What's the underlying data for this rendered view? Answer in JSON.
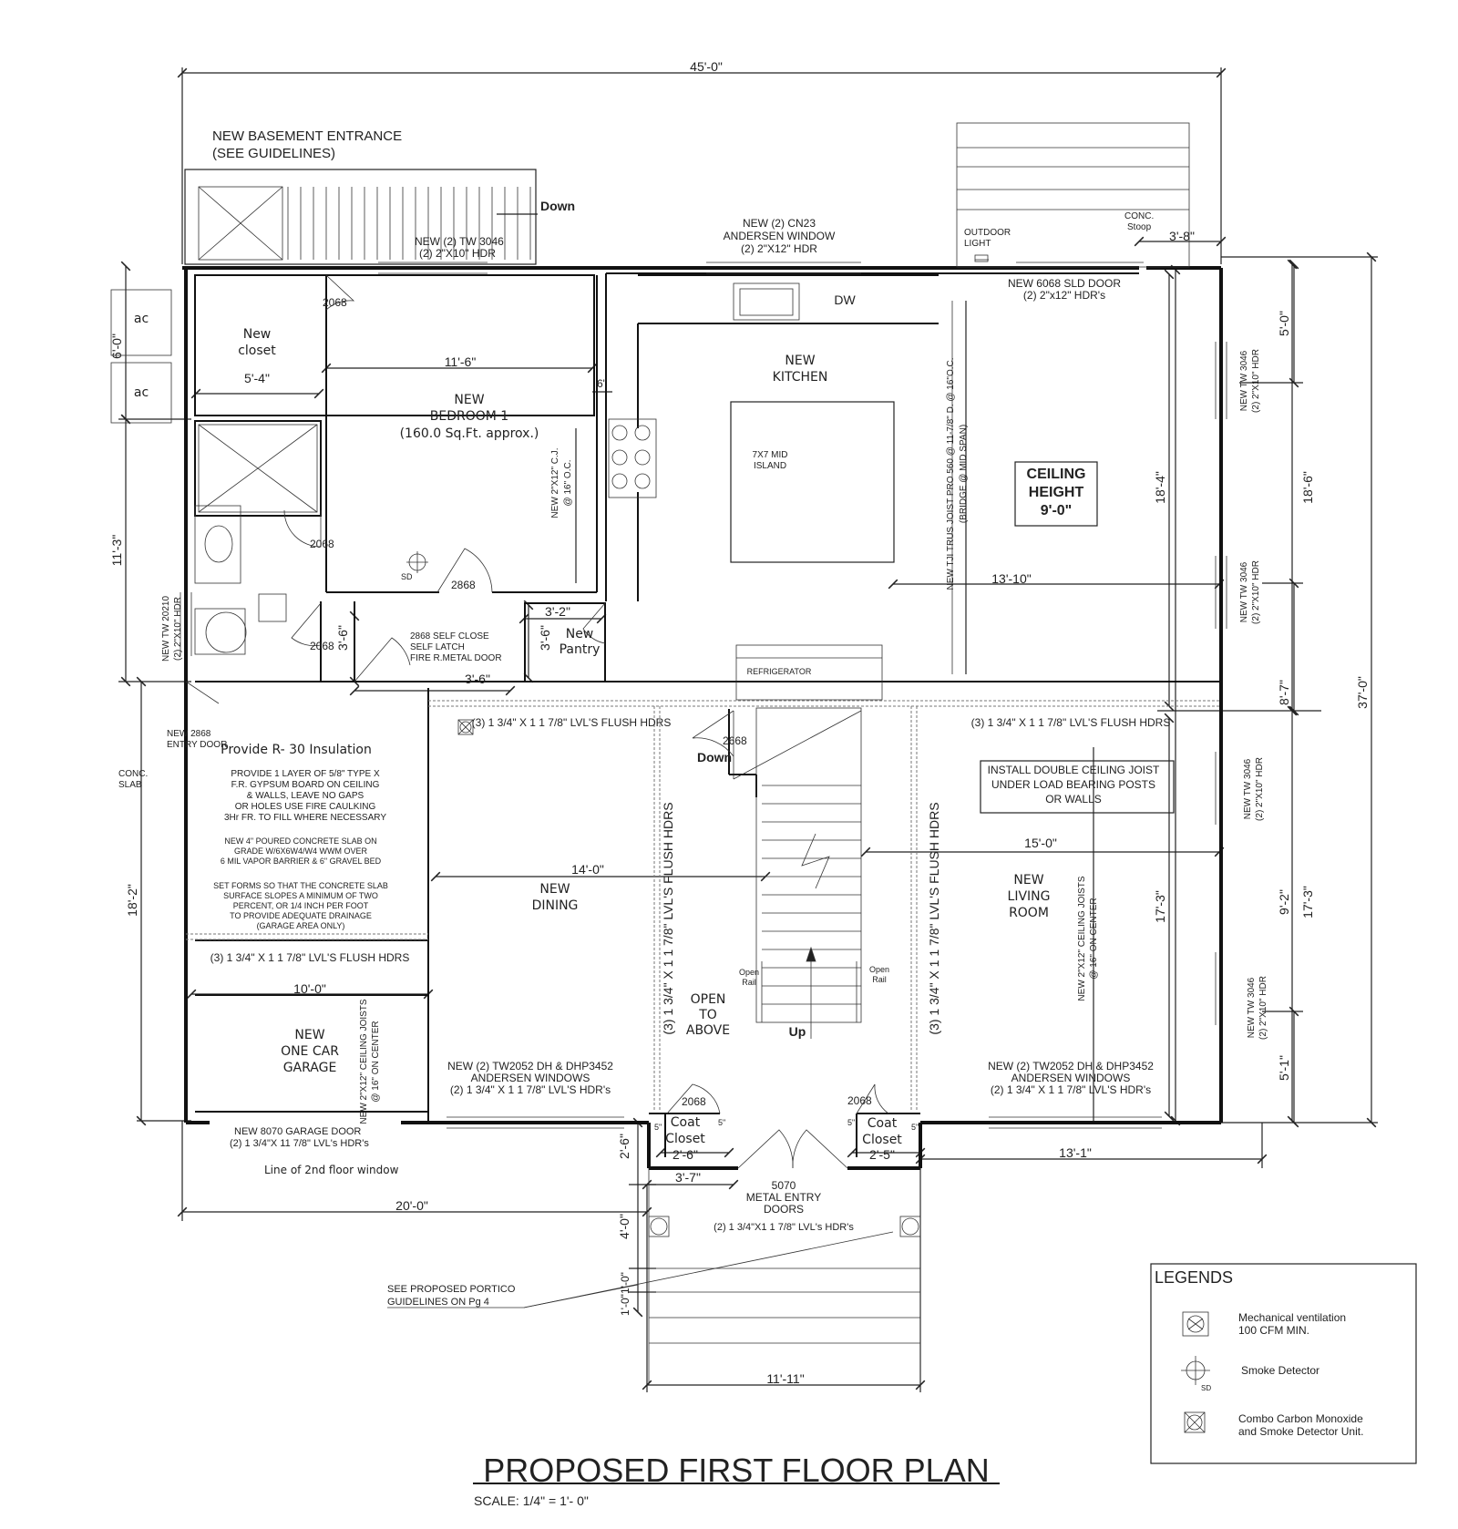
{
  "title": "PROPOSED FIRST FLOOR PLAN",
  "scale": "SCALE: 1/4\" =  1'- 0\"",
  "dimensions": {
    "top": "45'-0\"",
    "d_3_8": "3'-8\"",
    "d_5_0": "5'-0\"",
    "d_18_6": "18'-6\"",
    "d_37_0": "37'-0\"",
    "d_18_4": "18'-4\"",
    "d_8_7": "8'-7\"",
    "d_9_2": "9'-2\"",
    "d_17_3a": "17'-3\"",
    "d_17_3b": "17'-3\"",
    "d_5_1": "5'-1\"",
    "d_6_0": "6'-0\"",
    "d_11_3": "11'-3\"",
    "d_18_2": "18'-2\"",
    "d_5_4": "5'-4\"",
    "d_11_6": "11'-6\"",
    "d_6": "6\"",
    "d_3_6a": "3'-6\"",
    "d_3_6b": "3'-6\"",
    "d_3_6c": "3'-6\"",
    "d_3_2": "3'-2\"",
    "d_13_10": "13'-10\"",
    "d_14_0": "14'-0\"",
    "d_15_0": "15'-0\"",
    "d_10_0": "10'-0\"",
    "d_13_1": "13'-1\"",
    "d_20_0": "20'-0\"",
    "d_2_6a": "2'-6\"",
    "d_2_6b": "2'-6\"",
    "d_2_5": "2'-5\"",
    "d_3_7": "3'-7\"",
    "d_4_0": "4'-0\"",
    "d_1_0a": "1'-0\"",
    "d_1_0b": "1'-0\"",
    "d_11_11": "11'-11\"",
    "d_5a": "5\"",
    "d_5b": "5\"",
    "d_5c": "5\"",
    "d_5d": "5\""
  },
  "rooms": {
    "closet": [
      "New",
      "closet"
    ],
    "bedroom": [
      "NEW",
      "BEDROOM 1",
      "(160.0 Sq.Ft. approx.)"
    ],
    "kitchen": [
      "NEW",
      "KITCHEN"
    ],
    "island": [
      "7X7 MID",
      "ISLAND"
    ],
    "dw": "DW",
    "refrigerator": "REFRIGERATOR",
    "pantry": [
      "New",
      "Pantry"
    ],
    "dining": [
      "NEW",
      "DINING"
    ],
    "living": [
      "NEW",
      "LIVING",
      "ROOM"
    ],
    "garage": [
      "NEW",
      "ONE CAR",
      "GARAGE"
    ],
    "open_above": [
      "OPEN",
      "TO",
      "ABOVE"
    ],
    "coat1": [
      "Coat",
      "Closet"
    ],
    "coat2": [
      "Coat",
      "Closet"
    ],
    "ac1": "ac",
    "ac2": "ac",
    "ceiling": [
      "CEILING",
      "HEIGHT",
      "9'-0\""
    ]
  },
  "notes": {
    "basement": [
      "NEW BASEMENT ENTRANCE",
      "(SEE GUIDELINES)"
    ],
    "down1": "Down",
    "down2": "Down",
    "up": "Up",
    "tw3046_top": [
      "NEW (2) TW 3046",
      "(2) 2\"X10\" HDR"
    ],
    "cn23": [
      "NEW (2) CN23",
      "ANDERSEN WINDOW",
      "(2) 2\"X12\" HDR"
    ],
    "outdoor_light": [
      "OUTDOOR",
      "LIGHT"
    ],
    "stoop": [
      "CONC.",
      "Stoop"
    ],
    "sld_door": [
      "NEW 6068 SLD DOOR",
      "(2) 2\"x12\" HDR's"
    ],
    "tw3046_r1": [
      "NEW TW 3046",
      "(2) 2\"X10\" HDR"
    ],
    "tw3046_r2": [
      "NEW TW 3046",
      "(2) 2\"X10\" HDR"
    ],
    "tw3046_r3": [
      "NEW TW 3046",
      "(2) 2\"X10\" HDR"
    ],
    "tw3046_r4": [
      "NEW TW 3046",
      "(2) 2\"X10\" HDR"
    ],
    "tw20210": [
      "NEW  TW 20210",
      "(2) 2\"X10\" HDR"
    ],
    "joist_kitchen": [
      "NEW TJI TRUS JOIST PRO 560 @ 11-7/8\" D. @ 16\"O.C.",
      "(BRIDGE @ MID SPAN)"
    ],
    "bed_cj": [
      "NEW 2\"X12\" C.J.",
      "@ 16\" O.C."
    ],
    "door_2068a": "2068",
    "door_2068b": "2068",
    "door_2068c": "2068",
    "door_2868": "2868",
    "door_2668": "2668",
    "door_2068d": "2068",
    "door_2068e": "2068",
    "fire_door": [
      "2868 SELF CLOSE",
      "SELF LATCH",
      "FIRE R.METAL DOOR"
    ],
    "sd": "SD",
    "entry_door": [
      "NEW 2868",
      "ENTRY DOOR"
    ],
    "conc_slab": [
      "CONC.",
      "SLAB"
    ],
    "r30": "Provide R- 30 Insulation",
    "gyp": [
      "PROVIDE 1 LAYER OF 5/8\" TYPE X",
      "F.R. GYPSUM BOARD ON CEILING",
      "& WALLS, LEAVE NO GAPS",
      "OR HOLES USE FIRE CAULKING",
      "3Hr FR. TO FILL WHERE NECESSARY"
    ],
    "slab": [
      "NEW 4\" POURED CONCRETE SLAB ON",
      "GRADE W/6X6W4/W4 WWM OVER",
      "6 MIL VAPOR BARRIER  & 6\" GRAVEL BED"
    ],
    "forms": [
      "SET FORMS SO THAT THE CONCRETE SLAB",
      "SURFACE SLOPES A MINIMUM OF TWO",
      "PERCENT, OR 1/4 INCH PER FOOT",
      "TO PROVIDE ADEQUATE DRAINAGE",
      "(GARAGE AREA ONLY)"
    ],
    "lvl_dining": "(3) 1 3/4\" X 1 1 7/8\" LVL'S FLUSH HDRS",
    "lvl_living": "(3) 1 3/4\" X 1 1 7/8\" LVL'S FLUSH HDRS",
    "lvl_garage": "(3) 1 3/4\" X 1 1 7/8\" LVL'S FLUSH HDRS",
    "lvl_v1": "(3) 1 3/4\" X 1 1 7/8\" LVL'S FLUSH HDRS",
    "lvl_v2": "(3) 1 3/4\" X 1 1 7/8\" LVL'S FLUSH HDRS",
    "install_joist": [
      "INSTALL DOUBLE CEILING JOIST",
      "UNDER LOAD BEARING POSTS",
      "OR WALLS"
    ],
    "living_joist": [
      "NEW 2\"X12\" CEILING JOISTS",
      "@ 16\" ON CENTER"
    ],
    "garage_joist": [
      "NEW 2\"X12\" CEILING JOISTS",
      "@ 16\" ON CENTER"
    ],
    "open_rail1": [
      "Open",
      "Rail"
    ],
    "open_rail2": [
      "Open",
      "Rail"
    ],
    "win_dining": [
      "NEW (2) TW2052 DH & DHP3452",
      "ANDERSEN WINDOWS",
      "(2) 1 3/4\" X 1 1 7/8\" LVL'S HDR's"
    ],
    "win_living": [
      "NEW (2) TW2052 DH & DHP3452",
      "ANDERSEN WINDOWS",
      "(2) 1 3/4\" X 1 1 7/8\" LVL'S HDR's"
    ],
    "garage_door": [
      "NEW  8070 GARAGE DOOR",
      "(2) 1 3/4\"X 11 7/8\" LVL's HDR's"
    ],
    "line2nd": "Line of 2nd floor window",
    "entry_doors": [
      "5070",
      "METAL ENTRY",
      "DOORS",
      "(2) 1 3/4\"X1 1 7/8\" LVL's HDR's"
    ],
    "portico": [
      "SEE PROPOSED PORTICO",
      "GUIDELINES ON Pg 4"
    ]
  },
  "legend": {
    "title": "LEGENDS",
    "items": [
      {
        "icon": "mechanical-ventilation-icon",
        "label": [
          "Mechanical ventilation",
          "100 CFM MIN."
        ]
      },
      {
        "icon": "smoke-detector-icon",
        "label": [
          "Smoke Detector"
        ],
        "sub": "SD"
      },
      {
        "icon": "co-smoke-detector-icon",
        "label": [
          "Combo Carbon Monoxide",
          "and Smoke Detector Unit."
        ]
      }
    ]
  }
}
